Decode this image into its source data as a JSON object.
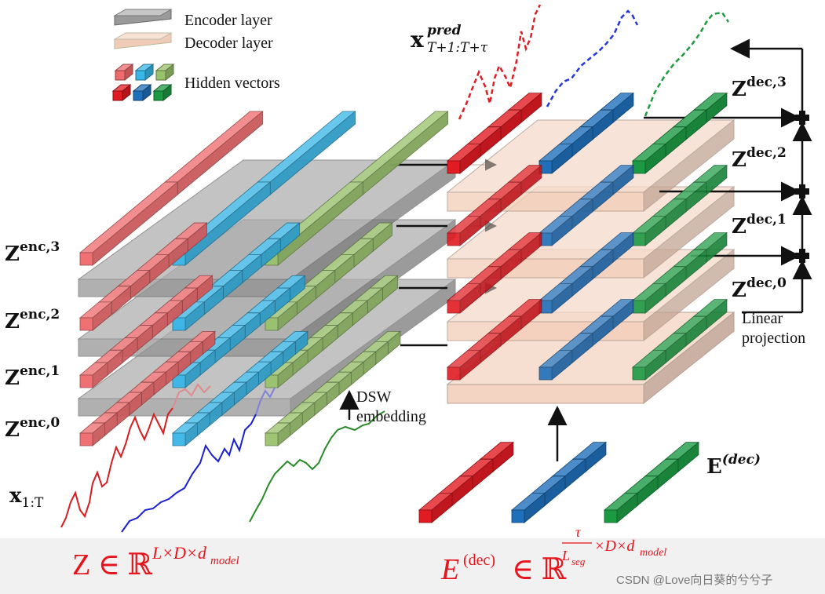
{
  "legend": {
    "encoder_label": "Encoder layer",
    "decoder_label": "Decoder layer",
    "hidden_label": "Hidden vectors"
  },
  "colors": {
    "encoder_plate": "#8f8f8f",
    "decoder_plate": "#f2cdb8",
    "red": "#e11b22",
    "blue": "#1f6fba",
    "green": "#1c9a43",
    "enc_red": "#ef6a6d",
    "enc_blue": "#38b6e8",
    "enc_green": "#98c26c",
    "formula": "#e8141b"
  },
  "labels": {
    "z_enc_base": "Z",
    "z_enc_3": "enc,3",
    "z_enc_2": "enc,2",
    "z_enc_1": "enc,1",
    "z_enc_0": "enc,0",
    "z_dec_base": "Z",
    "z_dec_3": "dec,3",
    "z_dec_2": "dec,2",
    "z_dec_1": "dec,1",
    "z_dec_0": "dec,0",
    "x_base": "x",
    "x_sub": "1:T",
    "xpred_base": "x",
    "xpred_sup": "pred",
    "xpred_sub": "T+1:T+τ",
    "dsw_line1": "DSW",
    "dsw_line2": "embedding",
    "linear_line1": "Linear",
    "linear_line2": "projection",
    "e_dec_base": "E",
    "e_dec_sup": "(dec)"
  },
  "formulas": {
    "z_lhs": "Z ∈ ℝ",
    "z_exp": "L×D×d",
    "z_exp_sub": "model",
    "e_lhs": "E",
    "e_lhs_sup": "(dec)",
    "e_in": "∈ ℝ",
    "e_exp_num": "τ",
    "e_exp_den": "L",
    "e_exp_den_sub": "seg",
    "e_exp_rest": "×D×d",
    "e_exp_rest_sub": "model"
  },
  "watermark": "CSDN @Love向日葵的兮兮子"
}
